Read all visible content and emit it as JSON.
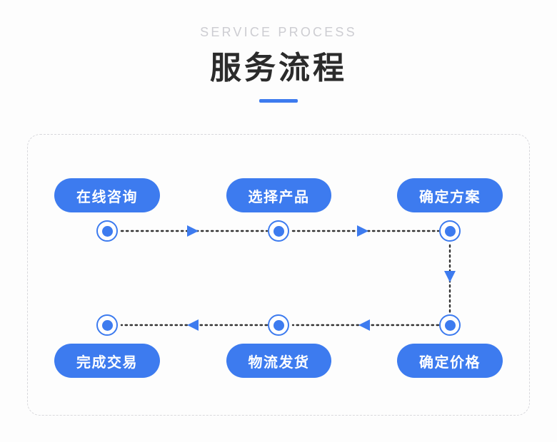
{
  "header": {
    "eyebrow": "SERVICE PROCESS",
    "title": "服务流程",
    "accent_color": "#3d7bef"
  },
  "theme": {
    "background": "#fdfdfd",
    "primary_blue": "#3d7bef",
    "title_color": "#2b2b2b",
    "eyebrow_color": "#cdcdd2",
    "frame_border": "#d8d8dc",
    "connector_line": "#333333"
  },
  "flow": {
    "steps": [
      {
        "id": "step-1",
        "label": "在线咨询",
        "row": "top",
        "column": 1
      },
      {
        "id": "step-2",
        "label": "选择产品",
        "row": "top",
        "column": 2
      },
      {
        "id": "step-3",
        "label": "确定方案",
        "row": "top",
        "column": 3
      },
      {
        "id": "step-4",
        "label": "确定价格",
        "row": "bottom",
        "column": 3
      },
      {
        "id": "step-5",
        "label": "物流发货",
        "row": "bottom",
        "column": 2
      },
      {
        "id": "step-6",
        "label": "完成交易",
        "row": "bottom",
        "column": 1
      }
    ],
    "connectors": [
      {
        "id": "c1",
        "from": "step-1",
        "to": "step-2",
        "direction": "right"
      },
      {
        "id": "c2",
        "from": "step-2",
        "to": "step-3",
        "direction": "right"
      },
      {
        "id": "c3",
        "from": "step-3",
        "to": "step-4",
        "direction": "down"
      },
      {
        "id": "c4",
        "from": "step-4",
        "to": "step-5",
        "direction": "left"
      },
      {
        "id": "c5",
        "from": "step-5",
        "to": "step-6",
        "direction": "left"
      }
    ]
  }
}
